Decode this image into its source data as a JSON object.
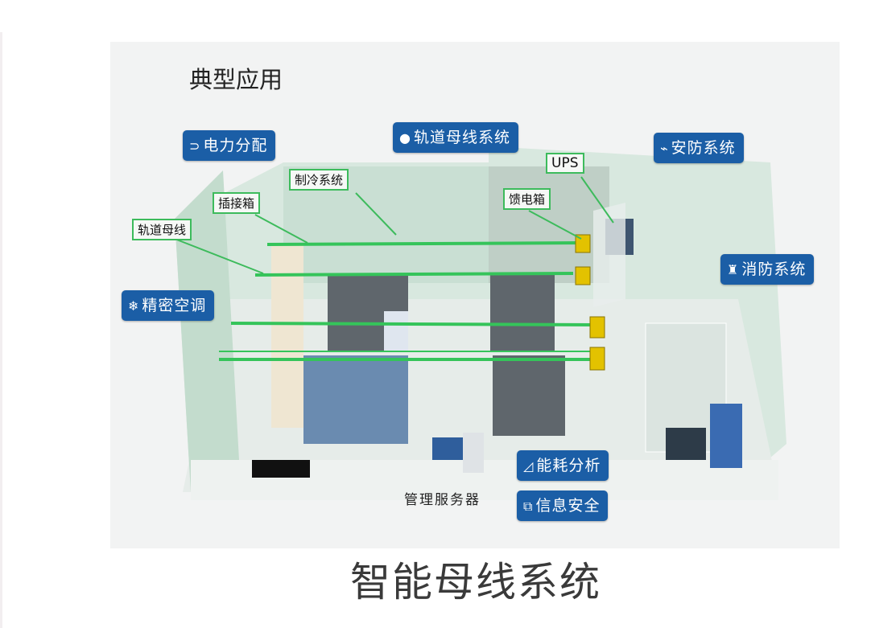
{
  "title": "典型应用",
  "badges": {
    "power": "电力分配",
    "busway": "轨道母线系统",
    "security": "安防系统",
    "fire": "消防系统",
    "aircon": "精密空调",
    "energy": "能耗分析",
    "infosec": "信息安全"
  },
  "tags": {
    "ups": "UPS",
    "cooling": "制冷系统",
    "plugbox": "插接箱",
    "feeder": "馈电箱",
    "busbar": "轨道母线"
  },
  "server_label": "管理服务器",
  "caption": "智能母线系统",
  "colors": {
    "badge": "#1b5ea6",
    "tag_border": "#3dbb5c",
    "busbar": "#35c45a",
    "feeder_box": "#e3c200"
  }
}
